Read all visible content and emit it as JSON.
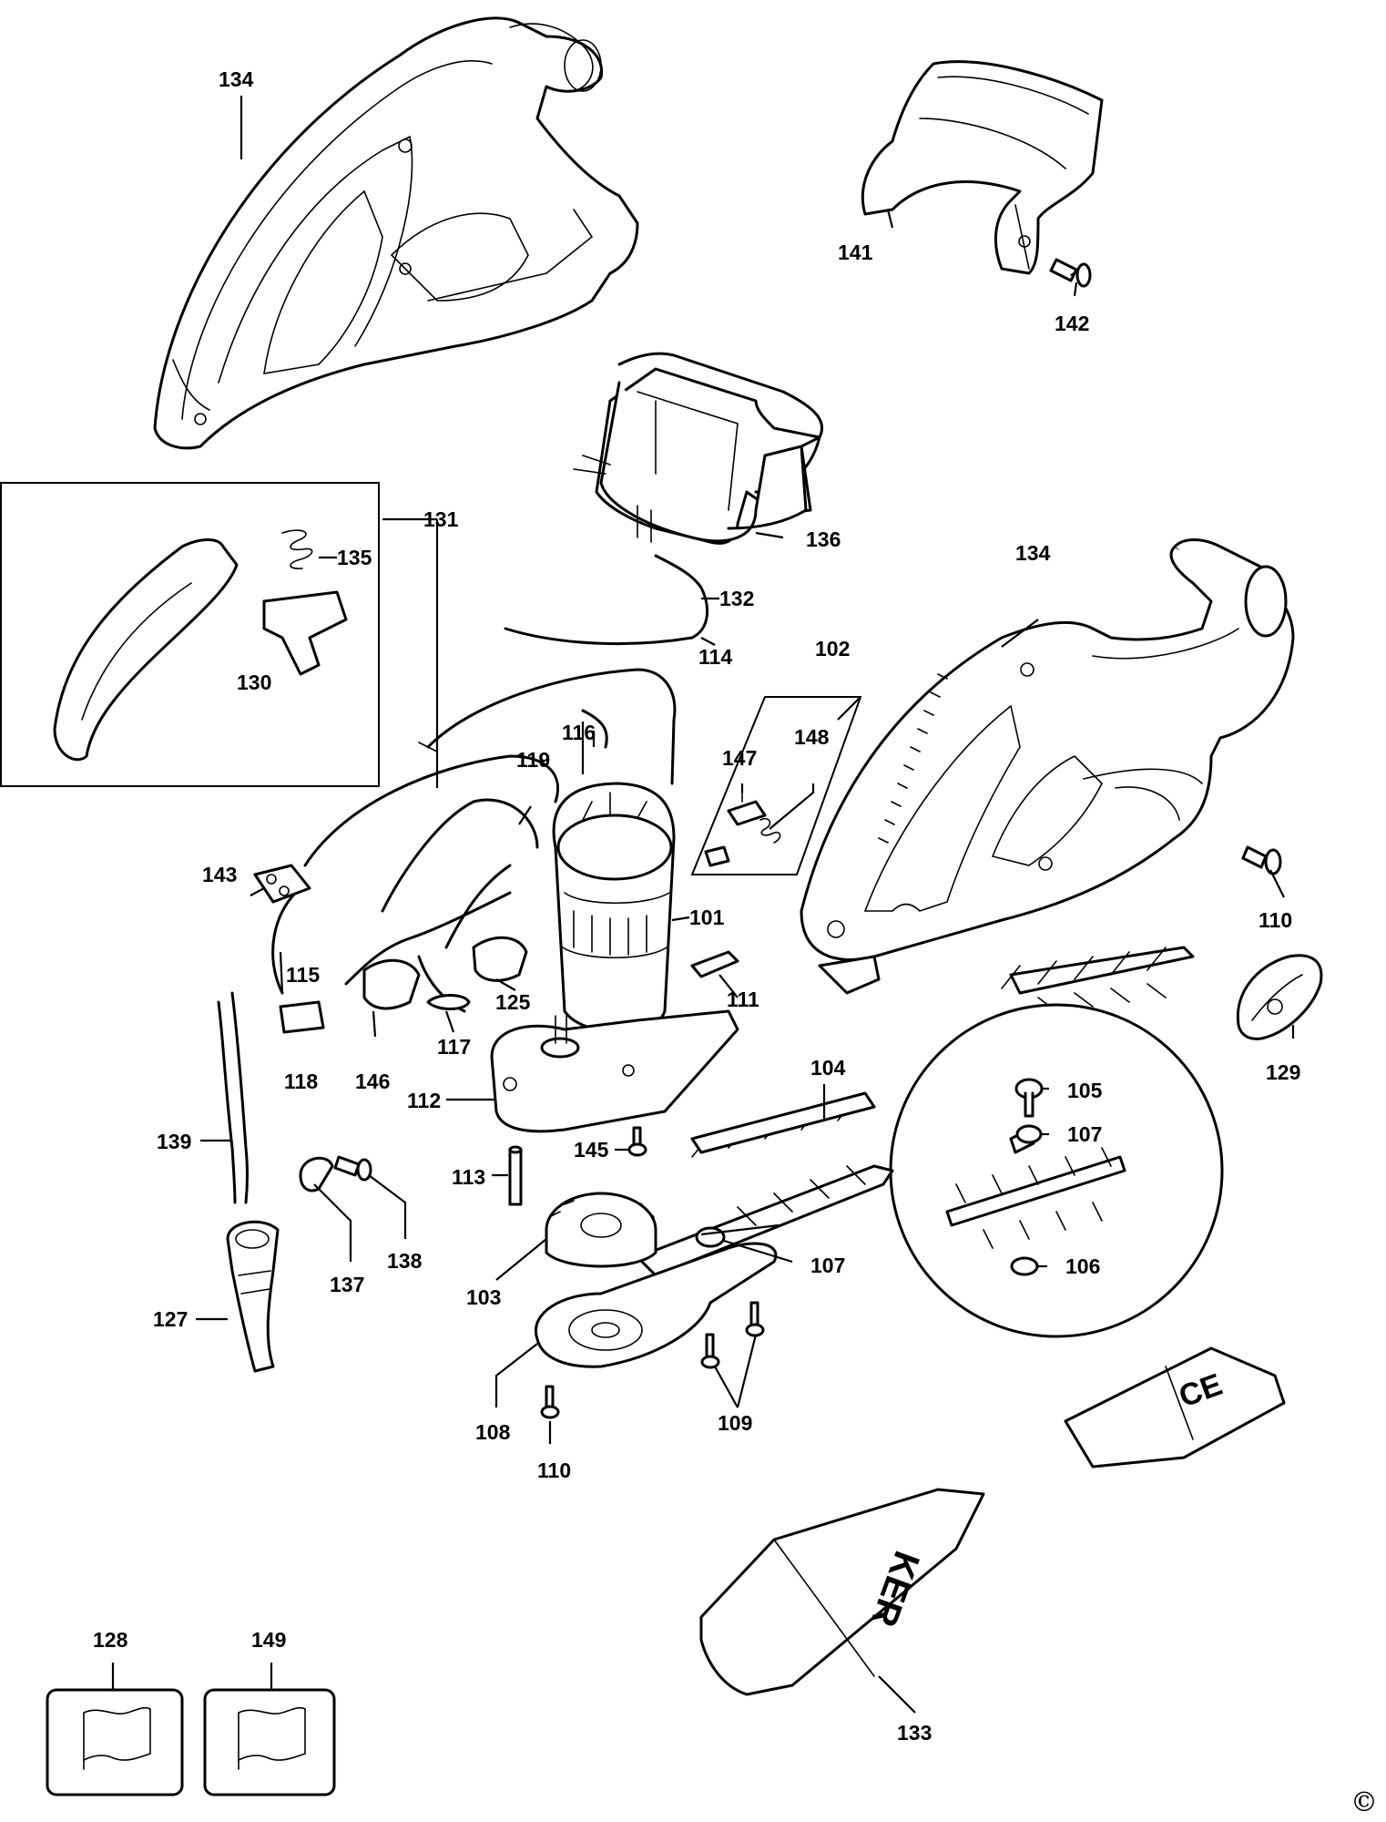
{
  "labels": {
    "p101": "101",
    "p102": "102",
    "p103": "103",
    "p104": "104",
    "p105": "105",
    "p106": "106",
    "p107a": "107",
    "p107b": "107",
    "p108": "108",
    "p109": "109",
    "p110a": "110",
    "p110b": "110",
    "p111": "111",
    "p112": "112",
    "p113": "113",
    "p114": "114",
    "p115": "115",
    "p116": "116",
    "p117": "117",
    "p118": "118",
    "p119": "119",
    "p125": "125",
    "p127": "127",
    "p128": "128",
    "p129": "129",
    "p130": "130",
    "p131": "131",
    "p132": "132",
    "p133": "133",
    "p134a": "134",
    "p134b": "134",
    "p135": "135",
    "p136": "136",
    "p137": "137",
    "p138": "138",
    "p139": "139",
    "p141": "141",
    "p142": "142",
    "p143": "143",
    "p145": "145",
    "p146": "146",
    "p147": "147",
    "p148": "148",
    "p149": "149"
  },
  "decals": {
    "lower_text": "KER",
    "upper_text": "CE"
  },
  "copyright": "©"
}
